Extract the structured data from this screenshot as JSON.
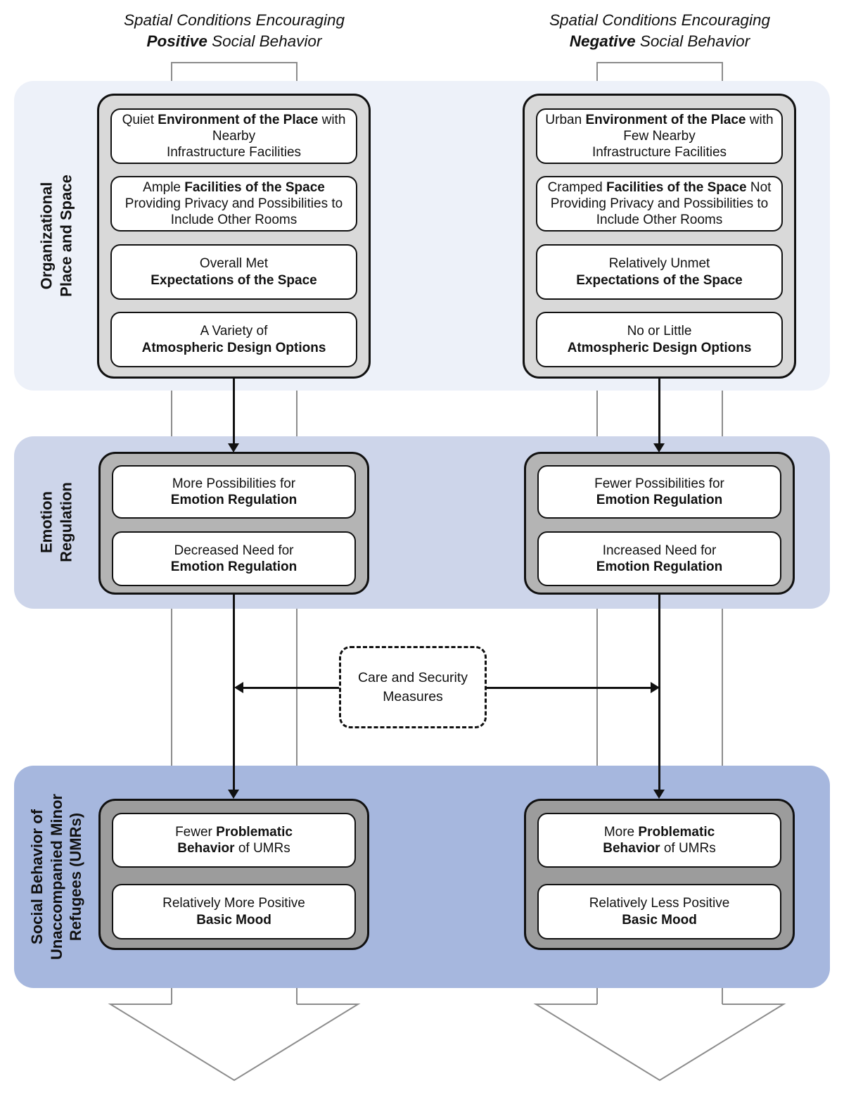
{
  "headers": {
    "left": {
      "line1": "Spatial Conditions Encouraging",
      "emphasis": "Positive",
      "rest": " Social Behavior"
    },
    "right": {
      "line1": "Spatial Conditions Encouraging",
      "emphasis": "Negative",
      "rest": " Social Behavior"
    }
  },
  "care_box": {
    "line1": "Care and Security",
    "line2": "Measures"
  },
  "colors": {
    "band1_bg": "#edf1f9",
    "band2_bg": "#cdd5ea",
    "band3_bg": "#a6b7de",
    "container1_bg": "#d9d9d9",
    "container2_bg": "#b4b4b4",
    "container3_bg": "#9c9c9c",
    "hollow_arrow_outline": "#8c8c8c",
    "ink": "#111111"
  },
  "bands": [
    {
      "label_lines": [
        "Organizational",
        "Place and Space"
      ],
      "left_boxes": [
        {
          "lines": [
            {
              "a": "Quiet ",
              "b": "Environment of the Place",
              "c": " with"
            },
            {
              "a": "Nearby"
            },
            {
              "a": "Infrastructure Facilities"
            }
          ]
        },
        {
          "lines": [
            {
              "a": "Ample ",
              "b": "Facilities of the Space"
            },
            {
              "a": "Providing Privacy and Possibilities to"
            },
            {
              "a": "Include Other Rooms"
            }
          ]
        },
        {
          "lines": [
            {
              "a": "Overall Met"
            },
            {
              "b": "Expectations of the Space"
            }
          ]
        },
        {
          "lines": [
            {
              "a": "A Variety of"
            },
            {
              "b": "Atmospheric Design Options"
            }
          ]
        }
      ],
      "right_boxes": [
        {
          "lines": [
            {
              "a": "Urban ",
              "b": "Environment of the Place",
              "c": " with"
            },
            {
              "a": "Few Nearby"
            },
            {
              "a": "Infrastructure Facilities"
            }
          ]
        },
        {
          "lines": [
            {
              "a": "Cramped ",
              "b": "Facilities of the Space",
              "c": " Not"
            },
            {
              "a": "Providing Privacy and Possibilities to"
            },
            {
              "a": "Include Other Rooms"
            }
          ]
        },
        {
          "lines": [
            {
              "a": "Relatively Unmet"
            },
            {
              "b": "Expectations of the Space"
            }
          ]
        },
        {
          "lines": [
            {
              "a": "No or Little"
            },
            {
              "b": "Atmospheric Design Options"
            }
          ]
        }
      ]
    },
    {
      "label_lines": [
        "Emotion",
        "Regulation"
      ],
      "left_boxes": [
        {
          "lines": [
            {
              "a": "More Possibilities for"
            },
            {
              "b": "Emotion Regulation"
            }
          ]
        },
        {
          "lines": [
            {
              "a": "Decreased Need for"
            },
            {
              "b": "Emotion Regulation"
            }
          ]
        }
      ],
      "right_boxes": [
        {
          "lines": [
            {
              "a": "Fewer Possibilities for"
            },
            {
              "b": "Emotion Regulation"
            }
          ]
        },
        {
          "lines": [
            {
              "a": "Increased Need for"
            },
            {
              "b": "Emotion Regulation"
            }
          ]
        }
      ]
    },
    {
      "label_lines": [
        "Social Behavior of",
        "Unaccompanied Minor",
        "Refugees (UMRs)"
      ],
      "left_boxes": [
        {
          "lines": [
            {
              "a": "Fewer ",
              "b": "Problematic"
            },
            {
              "b": "Behavior",
              "c": " of UMRs"
            }
          ]
        },
        {
          "lines": [
            {
              "a": "Relatively More Positive"
            },
            {
              "b": "Basic Mood"
            }
          ]
        }
      ],
      "right_boxes": [
        {
          "lines": [
            {
              "a": "More ",
              "b": "Problematic"
            },
            {
              "b": "Behavior",
              "c": " of UMRs"
            }
          ]
        },
        {
          "lines": [
            {
              "a": "Relatively Less Positive"
            },
            {
              "b": "Basic Mood"
            }
          ]
        }
      ]
    }
  ]
}
